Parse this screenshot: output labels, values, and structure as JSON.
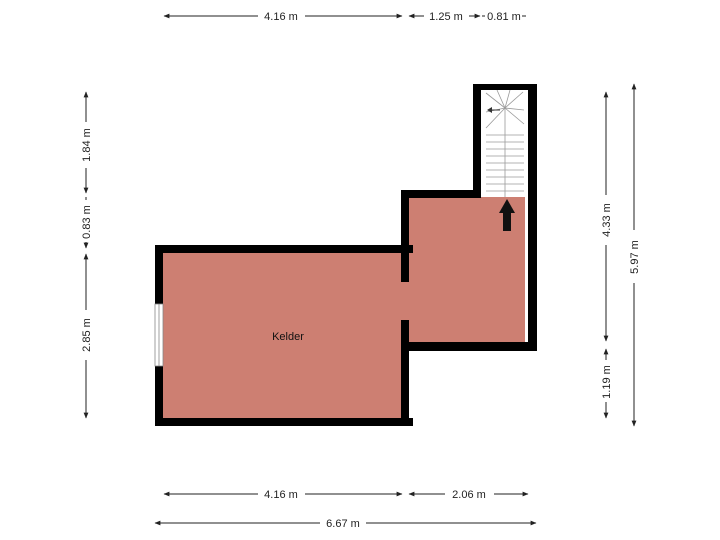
{
  "floorplan": {
    "room": {
      "name": "Kelder",
      "fill": "#cd7f72"
    },
    "wall_color": "#000000",
    "dimensions": {
      "top_a": "4.16 m",
      "top_b": "1.25 m",
      "top_c": "0.81 m",
      "bottom_a": "4.16 m",
      "bottom_b": "2.06 m",
      "bottom_total": "6.67 m",
      "left_a": "1.84 m",
      "left_b": "0.83 m",
      "left_c": "2.85 m",
      "right_a": "4.33 m",
      "right_b": "1.19 m",
      "right_total": "5.97 m"
    }
  }
}
